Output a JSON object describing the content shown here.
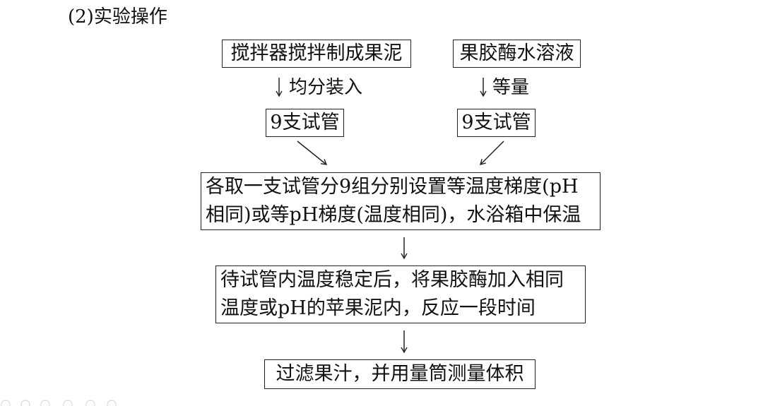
{
  "section_title": "(2)实验操作",
  "steps": {
    "pulp": "搅拌器搅拌制成果泥",
    "enzyme": "果胶酶水溶液",
    "tubes_left": "9支试管",
    "tubes_right": "9支试管",
    "setup_line1": "各取一支试管分9组分别设置等温度梯度(pH",
    "setup_line2": "相同)或等pH梯度(温度相同)，水浴箱中保温",
    "react_line1": "待试管内温度稳定后，将果胶酶加入相同",
    "react_line2": "温度或pH的苹果泥内，反应一段时间",
    "filter": "过滤果汁，并用量筒测量体积"
  },
  "arrow_labels": {
    "left": "均分装入",
    "right": "等量"
  }
}
